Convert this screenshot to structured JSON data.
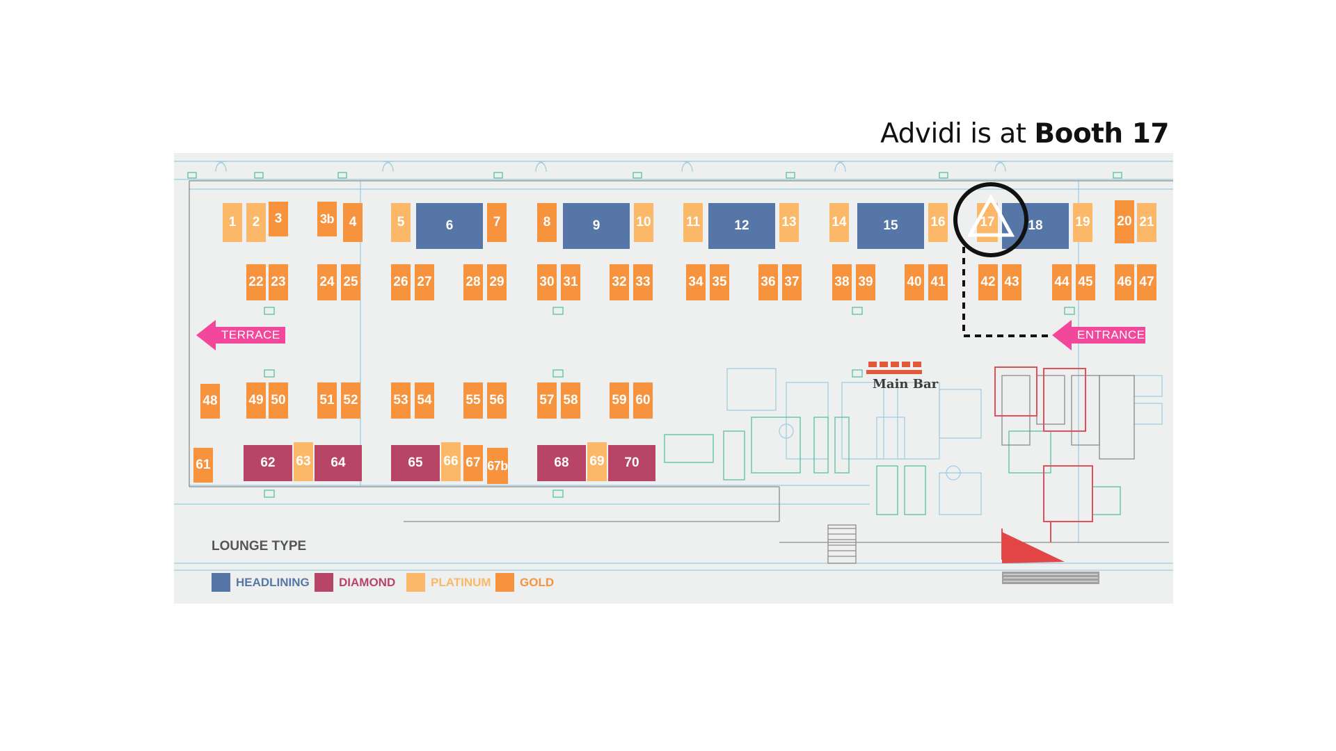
{
  "headline": {
    "prefix": "Advidi is at ",
    "highlight": "Booth 17"
  },
  "colors": {
    "headlining": "#5676a8",
    "diamond": "#b84567",
    "platinum": "#fbb868",
    "gold": "#f7923d",
    "arrow": "#f2479b"
  },
  "booths": {
    "b1": "1",
    "b2": "2",
    "b3": "3",
    "b3b": "3b",
    "b4": "4",
    "b5": "5",
    "b6": "6",
    "b7": "7",
    "b8": "8",
    "b9": "9",
    "b10": "10",
    "b11": "11",
    "b12": "12",
    "b13": "13",
    "b14": "14",
    "b15": "15",
    "b16": "16",
    "b17": "17",
    "b18": "18",
    "b19": "19",
    "b20": "20",
    "b21": "21",
    "b22": "22",
    "b23": "23",
    "b24": "24",
    "b25": "25",
    "b26": "26",
    "b27": "27",
    "b28": "28",
    "b29": "29",
    "b30": "30",
    "b31": "31",
    "b32": "32",
    "b33": "33",
    "b34": "34",
    "b35": "35",
    "b36": "36",
    "b37": "37",
    "b38": "38",
    "b39": "39",
    "b40": "40",
    "b41": "41",
    "b42": "42",
    "b43": "43",
    "b44": "44",
    "b45": "45",
    "b46": "46",
    "b47": "47",
    "b48": "48",
    "b49": "49",
    "b50": "50",
    "b51": "51",
    "b52": "52",
    "b53": "53",
    "b54": "54",
    "b55": "55",
    "b56": "56",
    "b57": "57",
    "b58": "58",
    "b59": "59",
    "b60": "60",
    "b61": "61",
    "b62": "62",
    "b63": "63",
    "b64": "64",
    "b65": "65",
    "b66": "66",
    "b67": "67",
    "b67b": "67b",
    "b68": "68",
    "b69": "69",
    "b70": "70"
  },
  "labels": {
    "terrace": "TERRACE",
    "entrance": "ENTRANCE",
    "main_bar": "Main Bar"
  },
  "legend": {
    "title": "LOUNGE TYPE",
    "headlining": "HEADLINING",
    "diamond": "DIAMOND",
    "platinum": "PLATINUM",
    "gold": "GOLD"
  }
}
